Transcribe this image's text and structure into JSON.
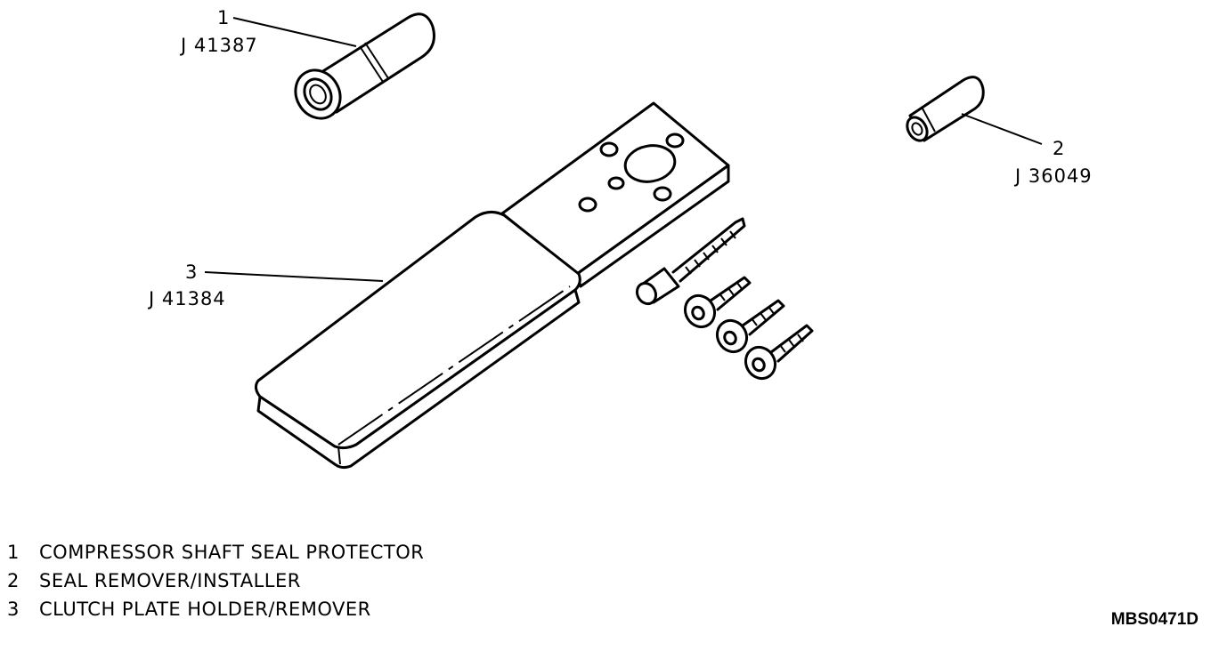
{
  "callouts": [
    {
      "number": "1",
      "code": "J 41387"
    },
    {
      "number": "2",
      "code": "J 36049"
    },
    {
      "number": "3",
      "code": "J 41384"
    }
  ],
  "legend": [
    {
      "number": "1",
      "text": "COMPRESSOR SHAFT SEAL PROTECTOR"
    },
    {
      "number": "2",
      "text": "SEAL REMOVER/INSTALLER"
    },
    {
      "number": "3",
      "text": "CLUTCH PLATE HOLDER/REMOVER"
    }
  ],
  "figure_id": "MBS0471D"
}
